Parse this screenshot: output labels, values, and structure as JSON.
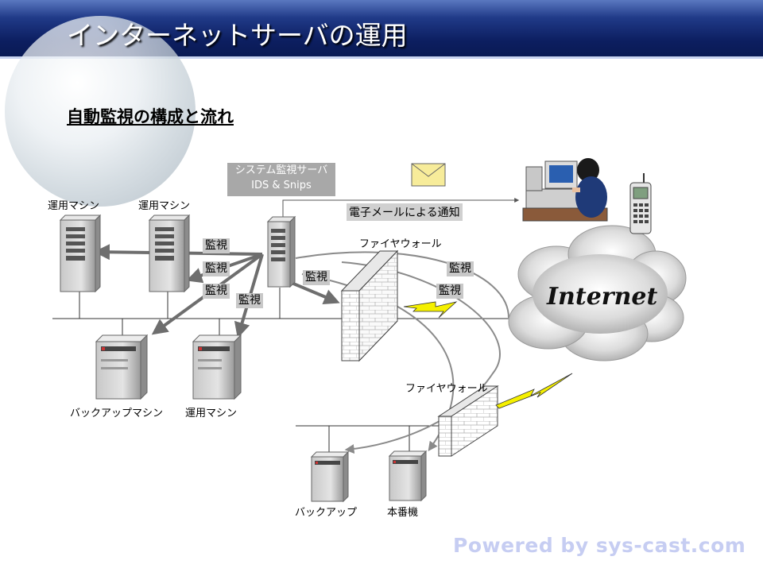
{
  "title": "インターネットサーバの運用",
  "subtitle": "自動監視の構成と流れ",
  "monitor_server": {
    "line1": "システム監視サーバ",
    "line2": "IDS & Snips"
  },
  "notify_label": "電子メールによる通知",
  "machines": {
    "ops_machine_1": "運用マシン",
    "ops_machine_2": "運用マシン",
    "backup_machine": "バックアップマシン",
    "ops_machine_3": "運用マシン",
    "backup_2": "バックアップ",
    "production": "本番機"
  },
  "firewall_1": "ファイヤウォール",
  "firewall_2": "ファイヤウォール",
  "monitor_tags": [
    "監視",
    "監視",
    "監視",
    "監視",
    "監視",
    "監視",
    "監視"
  ],
  "internet_label": "Internet",
  "footer": "Powered by sys-cast.com"
}
